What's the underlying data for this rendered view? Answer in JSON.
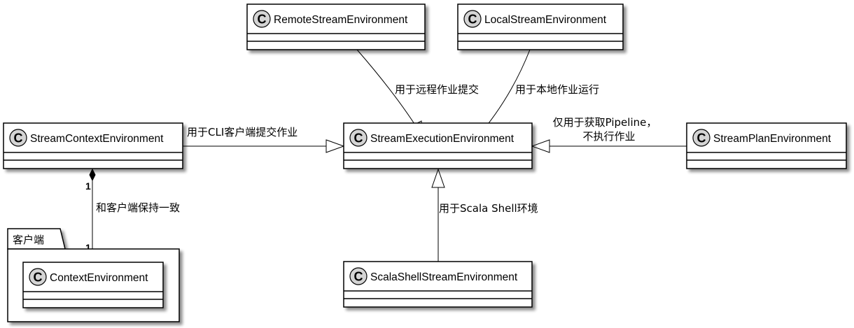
{
  "diagram": {
    "type": "uml-class-diagram",
    "classes": {
      "remote": {
        "name": "RemoteStreamEnvironment",
        "stereotype_icon": "C"
      },
      "local": {
        "name": "LocalStreamEnvironment",
        "stereotype_icon": "C"
      },
      "context": {
        "name": "StreamContextEnvironment",
        "stereotype_icon": "C"
      },
      "execution": {
        "name": "StreamExecutionEnvironment",
        "stereotype_icon": "C"
      },
      "plan": {
        "name": "StreamPlanEnvironment",
        "stereotype_icon": "C"
      },
      "client_context": {
        "name": "ContextEnvironment",
        "stereotype_icon": "C"
      },
      "scala": {
        "name": "ScalaShellStreamEnvironment",
        "stereotype_icon": "C"
      }
    },
    "package": {
      "name": "客户端",
      "contains": [
        "client_context"
      ]
    },
    "relations": {
      "remote_to_exec": {
        "from": "RemoteStreamEnvironment",
        "to": "StreamExecutionEnvironment",
        "kind": "inheritance",
        "label": "用于远程作业提交"
      },
      "local_to_exec": {
        "from": "LocalStreamEnvironment",
        "to": "StreamExecutionEnvironment",
        "kind": "inheritance",
        "label": "用于本地作业运行"
      },
      "context_to_exec": {
        "from": "StreamContextEnvironment",
        "to": "StreamExecutionEnvironment",
        "kind": "inheritance",
        "label": "用于CLI客户端提交作业"
      },
      "plan_to_exec": {
        "from": "StreamPlanEnvironment",
        "to": "StreamExecutionEnvironment",
        "kind": "inheritance",
        "label_line1": "仅用于获取Pipeline，",
        "label_line2": "不执行作业"
      },
      "scala_to_exec": {
        "from": "ScalaShellStreamEnvironment",
        "to": "StreamExecutionEnvironment",
        "kind": "inheritance",
        "label": "用于Scala  Shell环境"
      },
      "context_composition": {
        "from": "StreamContextEnvironment",
        "to": "ContextEnvironment",
        "kind": "composition",
        "label": "和客户端保持一致",
        "mult_from": "1",
        "mult_to": "1"
      }
    }
  }
}
